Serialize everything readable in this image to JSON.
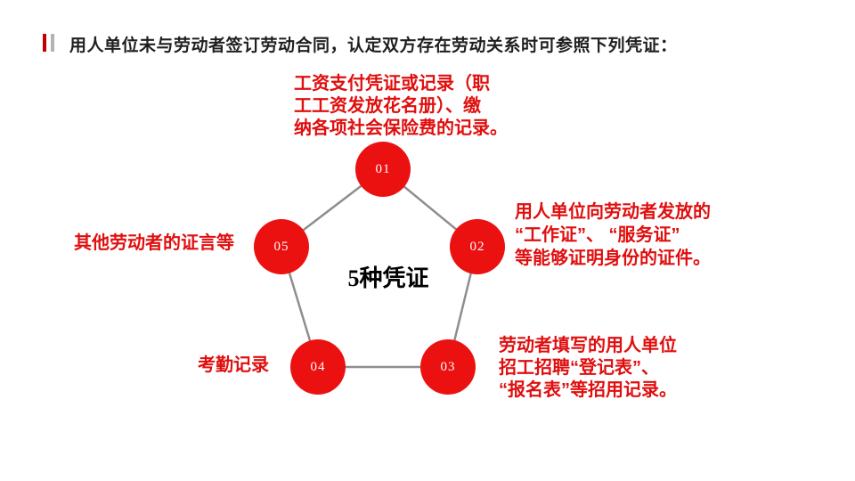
{
  "slide": {
    "title": "用人单位未与劳动者签订劳动合同，认定双方存在劳动关系时可参照下列凭证："
  },
  "diagram": {
    "center_label": "5种凭证",
    "nodes": [
      {
        "number": "01",
        "label": "工资支付凭证或记录（职\n工工资发放花名册）、缴\n纳各项社会保险费的记录。"
      },
      {
        "number": "02",
        "label": "用人单位向劳动者发放的\n“工作证”、 “服务证”\n等能够证明身份的证件。"
      },
      {
        "number": "03",
        "label": "劳动者填写的用人单位\n招工招聘“登记表”、\n“报名表”等招用记录。"
      },
      {
        "number": "04",
        "label": "考勤记录"
      },
      {
        "number": "05",
        "label": "其他劳动者的证言等"
      }
    ],
    "colors": {
      "node_red": "#ec1111",
      "label_red": "#e00e0e",
      "connector_gray": "#8e8e8e",
      "title_dark": "#1f1f1f",
      "accent_red": "#c00000",
      "accent_gray": "#b3b3b3"
    }
  }
}
